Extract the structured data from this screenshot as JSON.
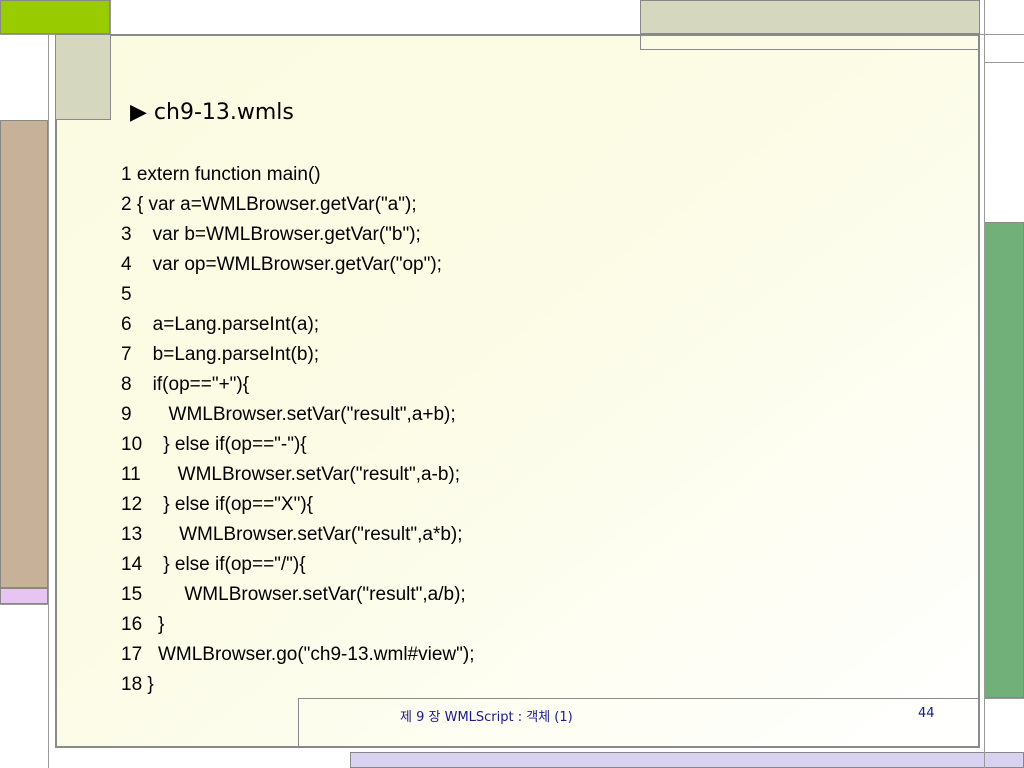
{
  "slide": {
    "heading": "▶ ch9-13.wmls",
    "code_lines": [
      "1 extern function main()",
      "2 { var a=WMLBrowser.getVar(\"a\");",
      "3    var b=WMLBrowser.getVar(\"b\");",
      "4    var op=WMLBrowser.getVar(\"op\");",
      "5",
      "6    a=Lang.parseInt(a);",
      "7    b=Lang.parseInt(b);",
      "8    if(op==\"+\"){",
      "9       WMLBrowser.setVar(\"result\",a+b);",
      "10    } else if(op==\"-\"){",
      "11       WMLBrowser.setVar(\"result\",a-b);",
      "12    } else if(op==\"X\"){",
      "13       WMLBrowser.setVar(\"result\",a*b);",
      "14    } else if(op==\"/\"){",
      "15        WMLBrowser.setVar(\"result\",a/b);",
      "16   }",
      "17   WMLBrowser.go(\"ch9-13.wml#view\");",
      "18 }"
    ],
    "footer": "제 9 장 WMLScript : 객체 (1)",
    "page_number": "44"
  },
  "colors": {
    "accent_green": "#99cc00",
    "khaki": "#d6d7bf",
    "tan": "#c7b299",
    "pink": "#e7c4f4",
    "side_green": "#72b07a",
    "lavender": "#d9d2f0",
    "footer_text": "#1a1a8c"
  }
}
